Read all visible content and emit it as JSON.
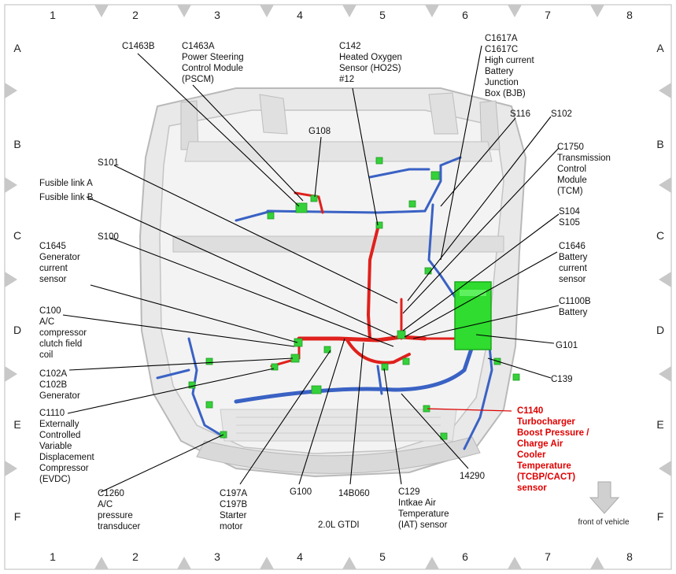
{
  "grid": {
    "columns": [
      "1",
      "2",
      "3",
      "4",
      "5",
      "6",
      "7",
      "8"
    ],
    "rows": [
      "A",
      "B",
      "C",
      "D",
      "E",
      "F"
    ]
  },
  "labels": {
    "c1463b": [
      "C1463B"
    ],
    "c1463a": [
      "C1463A",
      "Power Steering",
      "Control Module",
      "(PSCM)"
    ],
    "c142": [
      "C142",
      "Heated Oxygen",
      "Sensor (HO2S)",
      "#12"
    ],
    "c1617": [
      "C1617A",
      "C1617C",
      "High current",
      "Battery",
      "Junction",
      "Box (BJB)"
    ],
    "s116": [
      "S116"
    ],
    "s102": [
      "S102"
    ],
    "g108": [
      "G108"
    ],
    "c1750": [
      "C1750",
      "Transmission",
      "Control",
      "Module",
      "(TCM)"
    ],
    "s101": [
      "S101"
    ],
    "fusible": [
      "Fusible link A",
      "Fusible link B"
    ],
    "s104": [
      "S104",
      "S105"
    ],
    "s100": [
      "S100"
    ],
    "c1645": [
      "C1645",
      "Generator",
      "current",
      "sensor"
    ],
    "c1646": [
      "C1646",
      "Battery",
      "current",
      "sensor"
    ],
    "c1100b": [
      "C1100B",
      "Battery"
    ],
    "c100": [
      "C100",
      "A/C",
      "compressor",
      "clutch field",
      "coil"
    ],
    "g101": [
      "G101"
    ],
    "c102": [
      "C102A",
      "C102B",
      "Generator"
    ],
    "c139": [
      "C139"
    ],
    "c1110": [
      "C1110",
      "Externally",
      "Controlled",
      "Variable",
      "Displacement",
      "Compressor",
      "(EVDC)"
    ],
    "c1140": [
      "C1140",
      "Turbocharger",
      "Boost Pressure /",
      "Charge Air",
      "Cooler",
      "Temperature",
      "(TCBP/CACT)",
      "sensor"
    ],
    "c1260": [
      "C1260",
      "A/C",
      "pressure",
      "transducer"
    ],
    "c197": [
      "C197A",
      "C197B",
      "Starter",
      "motor"
    ],
    "g100": [
      "G100"
    ],
    "b060": [
      "14B060"
    ],
    "c129": [
      "C129",
      "Intkae Air",
      "Temperature",
      "(IAT) sensor"
    ],
    "l14290": [
      "14290"
    ],
    "engine": [
      "2.0L GTDI"
    ],
    "front": [
      "front of vehicle"
    ]
  },
  "colors": {
    "power_wire": "#e0201c",
    "harness_blue": "#3a62c4",
    "connector_green": "#35d13a",
    "battery_green": "#2fdc2f",
    "highlight_label": "#e00000",
    "vehicle_body": "#d8d8d8"
  }
}
